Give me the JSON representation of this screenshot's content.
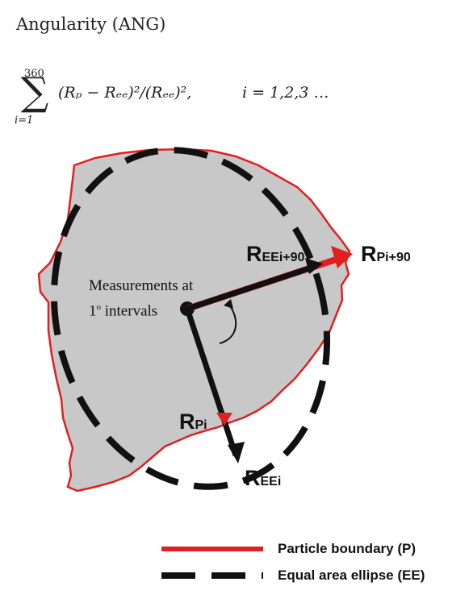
{
  "title": "Angularity (ANG)",
  "formula": {
    "upper_limit": "360",
    "lower_limit": "i=1",
    "expression": "(Rₚ − Rₑₑ)²/(Rₑₑ)²,",
    "index": "i = 1,2,3 …"
  },
  "annotations": {
    "measurements_line1": "Measurements at",
    "measurements_line2_base": "1",
    "measurements_line2_sup": "o",
    "measurements_line2_rest": " intervals",
    "r_ee_i90_main": "R",
    "r_ee_i90_sub": "EEi+90",
    "r_p_i90_main": "R",
    "r_p_i90_sub": "Pi+90",
    "r_p_i_main": "R",
    "r_p_i_sub": "Pi",
    "r_ee_i_main": "R",
    "r_ee_i_sub": "EEi"
  },
  "legend": [
    {
      "label": "Particle boundary (P)",
      "style": "solid",
      "color": "#e02020"
    },
    {
      "label": "Equal area ellipse (EE)",
      "style": "dashed",
      "color": "#111111"
    }
  ],
  "colors": {
    "particle_fill": "#c8c8c8",
    "particle_edge": "#e02020",
    "ellipse": "#111111",
    "vector": "#111111",
    "accent": "#e02020"
  }
}
